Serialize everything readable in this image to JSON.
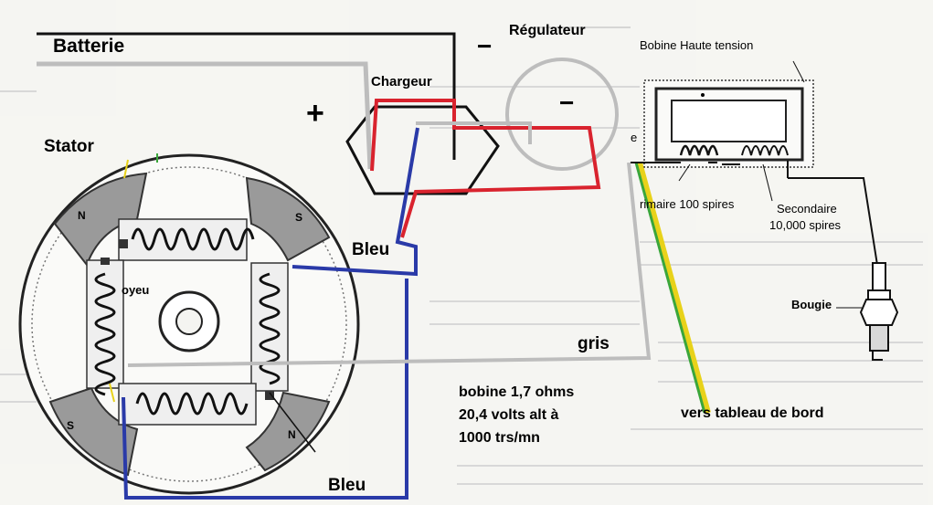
{
  "labels": {
    "batterie": "Batterie",
    "chargeur": "Chargeur",
    "regulateur": "Régulateur",
    "stator": "Stator",
    "moyeu": "oyeu",
    "bleu_top": "Bleu",
    "bleu_bottom": "Bleu",
    "gris": "gris",
    "bobine_line1": "bobine 1,7 ohms",
    "bobine_line2": "20,4 volts alt à",
    "bobine_line3": "1000 trs/mn",
    "vers_tableau": "vers tableau de bord",
    "bobine_ht": "Bobine Haute tension",
    "primaire": "rimaire 100 spires",
    "secondaire": "Secondaire",
    "secondaire_spires": "10,000 spires",
    "bougie": "Bougie",
    "plus": "+",
    "minus_batt": "−",
    "minus_reg": "−",
    "e_term": "e",
    "pole_n1": "N",
    "pole_s1": "S",
    "pole_s2": "S",
    "pole_n2": "N"
  },
  "wire_colors": {
    "black": "#111111",
    "grey": "#bdbdbd",
    "red": "#d9232e",
    "blue": "#2a3aa8",
    "green": "#3aa63a",
    "yellow": "#e8d21a"
  }
}
